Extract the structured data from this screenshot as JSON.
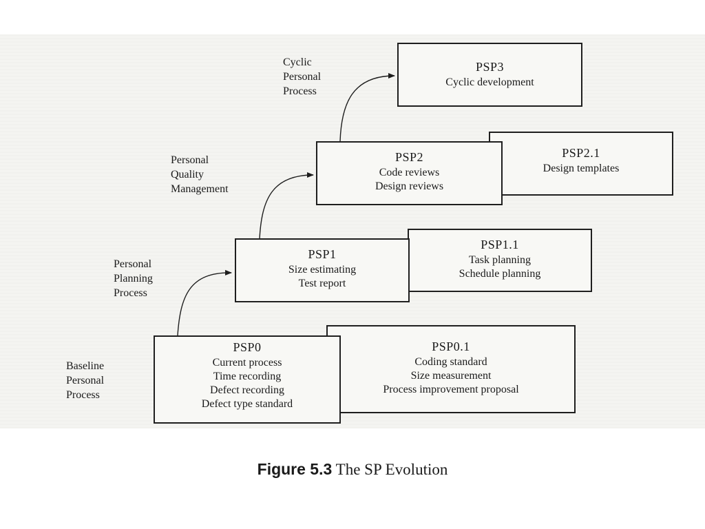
{
  "stages": [
    {
      "id": "baseline",
      "label_lines": [
        "Baseline",
        "Personal",
        "Process"
      ],
      "main": {
        "title": "PSP0",
        "lines": [
          "Current process",
          "Time recording",
          "Defect recording",
          "Defect type standard"
        ]
      },
      "ext": {
        "title": "PSP0.1",
        "lines": [
          "Coding standard",
          "Size measurement",
          "Process improvement proposal"
        ]
      }
    },
    {
      "id": "planning",
      "label_lines": [
        "Personal",
        "Planning",
        "Process"
      ],
      "main": {
        "title": "PSP1",
        "lines": [
          "Size estimating",
          "Test report"
        ]
      },
      "ext": {
        "title": "PSP1.1",
        "lines": [
          "Task planning",
          "Schedule planning"
        ]
      }
    },
    {
      "id": "quality",
      "label_lines": [
        "Personal",
        "Quality",
        "Management"
      ],
      "main": {
        "title": "PSP2",
        "lines": [
          "Code reviews",
          "Design reviews"
        ]
      },
      "ext": {
        "title": "PSP2.1",
        "lines": [
          "Design templates"
        ]
      }
    },
    {
      "id": "cyclic",
      "label_lines": [
        "Cyclic",
        "Personal",
        "Process"
      ],
      "main": {
        "title": "PSP3",
        "lines": [
          "Cyclic development"
        ]
      }
    }
  ],
  "caption": {
    "prefix": "Figure 5.3",
    "text": "The SP Evolution"
  }
}
